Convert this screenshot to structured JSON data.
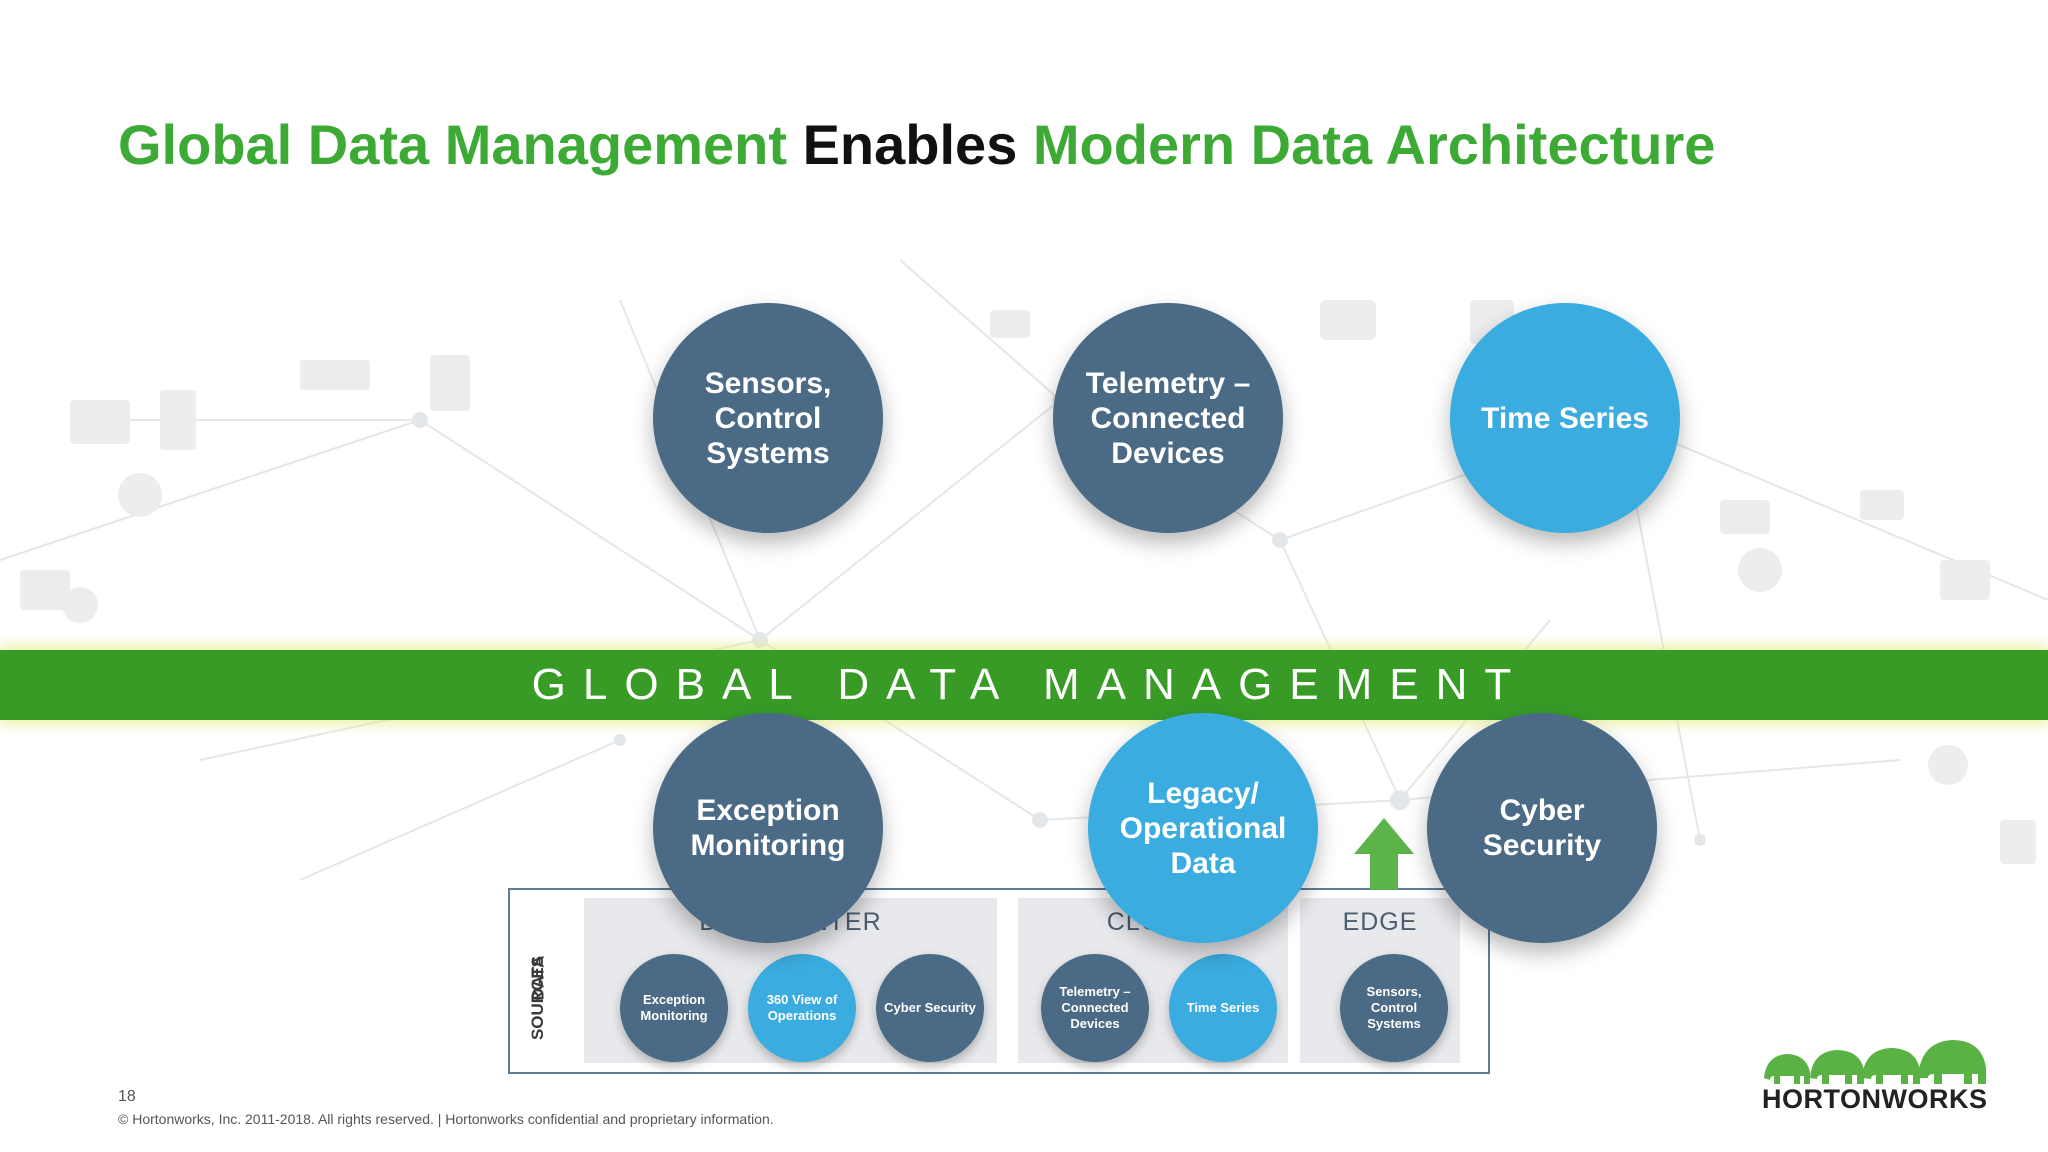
{
  "title": {
    "part1": "Global Data Management ",
    "part2": "Enables",
    "part3": " Modern Data Architecture"
  },
  "band": {
    "label": "GLOBAL DATA MANAGEMENT"
  },
  "circles_top": [
    {
      "label": "Sensors, Control Systems"
    },
    {
      "label": "Telemetry – Connected Devices"
    },
    {
      "label": "Time Series"
    }
  ],
  "circles_bottom": [
    {
      "label": "Exception Monitoring"
    },
    {
      "label": "Legacy/ Operational Data"
    },
    {
      "label": "Cyber Security"
    }
  ],
  "data_sources": {
    "label_line1": "DATA",
    "label_line2": "SOURCES",
    "panels": [
      {
        "title": "DATA CENTER",
        "items": [
          "Exception Monitoring",
          "360 View of Operations",
          "Cyber Security"
        ]
      },
      {
        "title": "CLOUD",
        "items": [
          "Telemetry – Connected Devices",
          "Time Series"
        ]
      },
      {
        "title": "EDGE",
        "items": [
          "Sensors, Control Systems"
        ]
      }
    ]
  },
  "footer": {
    "page_number": "18",
    "copyright": "© Hortonworks, Inc. 2011-2018. All rights reserved. | Hortonworks confidential and proprietary information."
  },
  "logo": {
    "text": "HORTONWORKS",
    "icon": "elephant-herd-icon"
  },
  "colors": {
    "title_green": "#3daa35",
    "band_green": "#379b26",
    "circle_dark": "#4a6a85",
    "circle_light": "#3aacdf"
  }
}
